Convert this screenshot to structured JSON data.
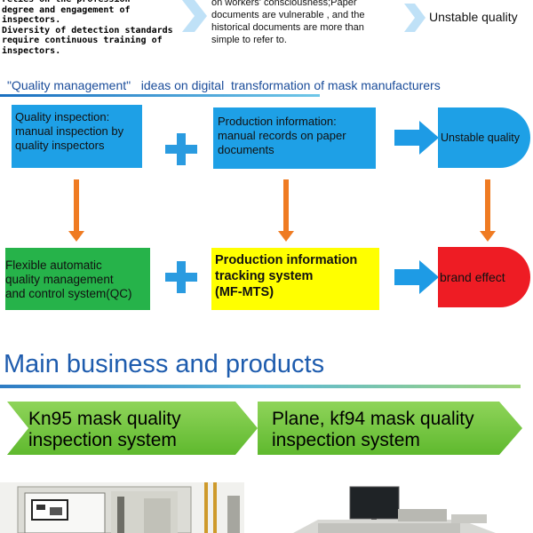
{
  "top": {
    "left_text": "relies on the profession\ndegree and engagement of\ninspectors.\nDiversity of detection standards\nrequire continuous training of\ninspectors.",
    "middle_text": "on workers'   consciousness;Paper\ndocuments are vulnerable , and the\nhistorical documents are more than\nsimple to refer to.",
    "right_text": "Unstable quality"
  },
  "section_title": "\"Quality management\"   ideas on digital  transformation of mask manufacturers",
  "diagram": {
    "row1": {
      "box1": "Quality inspection:\nmanual inspection by\nquality inspectors",
      "box2": "Production information:\nmanual records on paper\ndocuments",
      "result": "Unstable quality"
    },
    "row2": {
      "box1": "Flexible automatic\nquality management\nand control system(QC)",
      "box2": "Production information\ntracking system\n(MF-MTS)",
      "result": "brand effect"
    },
    "colors": {
      "blue": "#1ea0e6",
      "green": "#26b34a",
      "yellow": "#ffff00",
      "red": "#ee1c24",
      "orange_arrow": "#ef7b22",
      "blue_arrow": "#1e9be5"
    }
  },
  "products": {
    "title": "Main business and products",
    "items": [
      {
        "label": "Kn95 mask quality\ninspection system"
      },
      {
        "label": "Plane, kf94 mask quality\ninspection system"
      }
    ]
  }
}
